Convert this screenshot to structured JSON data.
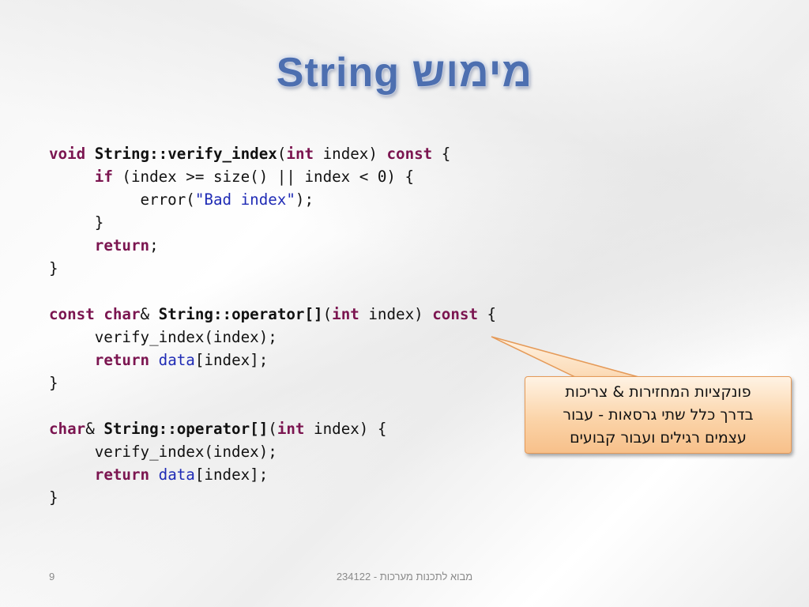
{
  "title": "String מימוש",
  "code": {
    "l1": {
      "kw1": "void",
      "fn": "String::verify_index",
      "p1": "(",
      "kw2": "int",
      "p2": " index) ",
      "kw3": "const",
      "p3": " {"
    },
    "l2": {
      "indent": "     ",
      "kw": "if",
      "rest": " (index >= size() || index < 0) {"
    },
    "l3": {
      "indent": "          ",
      "pre": "error(",
      "str": "\"Bad index\"",
      "post": ");"
    },
    "l4": "     }",
    "l5": {
      "indent": "     ",
      "kw": "return",
      "rest": ";"
    },
    "l6": "}",
    "l8": {
      "kw1": "const",
      "sp": " ",
      "kw2": "char",
      "amp": "& ",
      "fn": "String::operator[]",
      "p1": "(",
      "kw3": "int",
      "p2": " index) ",
      "kw4": "const",
      "p3": " {"
    },
    "l9": "     verify_index(index);",
    "l10": {
      "indent": "     ",
      "kw": "return",
      "sp": " ",
      "mem": "data",
      "rest": "[index];"
    },
    "l11": "}",
    "l13": {
      "kw1": "char",
      "amp": "& ",
      "fn": "String::operator[]",
      "p1": "(",
      "kw2": "int",
      "p2": " index) {"
    },
    "l14": "     verify_index(index);",
    "l15": {
      "indent": "     ",
      "kw": "return",
      "sp": " ",
      "mem": "data",
      "rest": "[index];"
    },
    "l16": "}"
  },
  "callout": {
    "line1": "פונקציות המחזירות & צריכות",
    "line2": "בדרך כלל שתי גרסאות - עבור",
    "line3": "עצמים רגילים ועבור קבועים"
  },
  "footer": {
    "page_number": "9",
    "course": "מבוא לתכנות מערכות - 234122"
  },
  "colors": {
    "title": "#4d6fb0",
    "keyword": "#7b1550",
    "string": "#1f2bb5",
    "callout_border": "#e59a58",
    "callout_fill": "#fbd4a9"
  }
}
